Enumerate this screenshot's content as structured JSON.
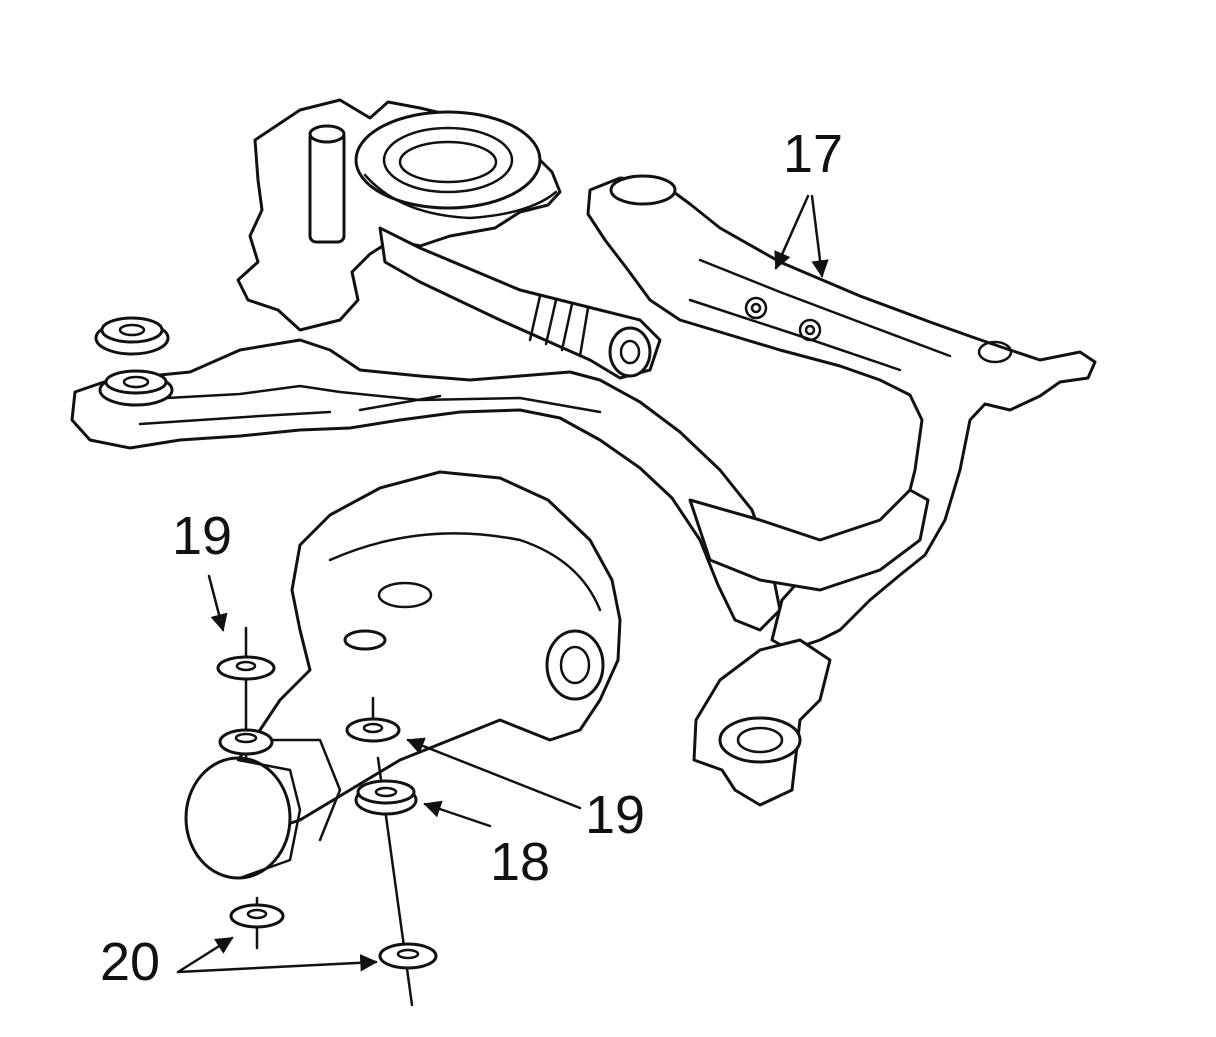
{
  "labels": {
    "subframe": "17",
    "mount_center": "18",
    "washer_upper_left": "19",
    "washer_upper_right": "19",
    "washer_lower": "20"
  }
}
